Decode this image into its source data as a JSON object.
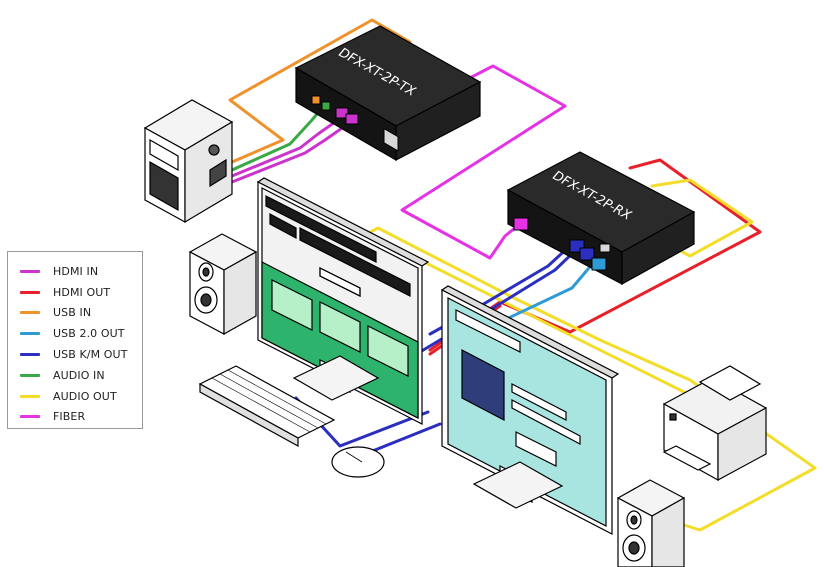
{
  "devices": {
    "tx_label": "DFX-XT-2P-TX",
    "rx_label": "DFX-XT-2P-RX"
  },
  "legend": {
    "items": [
      {
        "label": "HDMI IN",
        "color": "#cc33cc"
      },
      {
        "label": "HDMI OUT",
        "color": "#e8202a"
      },
      {
        "label": "USB IN",
        "color": "#f0922b"
      },
      {
        "label": "USB 2.0 OUT",
        "color": "#2e9bd6"
      },
      {
        "label": "USB K/M OUT",
        "color": "#2b2fbf"
      },
      {
        "label": "AUDIO IN",
        "color": "#3aa845"
      },
      {
        "label": "AUDIO OUT",
        "color": "#f3dd2a"
      },
      {
        "label": "FIBER",
        "color": "#e632e6"
      }
    ]
  },
  "colors": {
    "device_body": "#1e1e1e",
    "screen_green": "#2db36b",
    "screen_cyan": "#a8e4e0",
    "screen_navy": "#2d3e7a"
  }
}
